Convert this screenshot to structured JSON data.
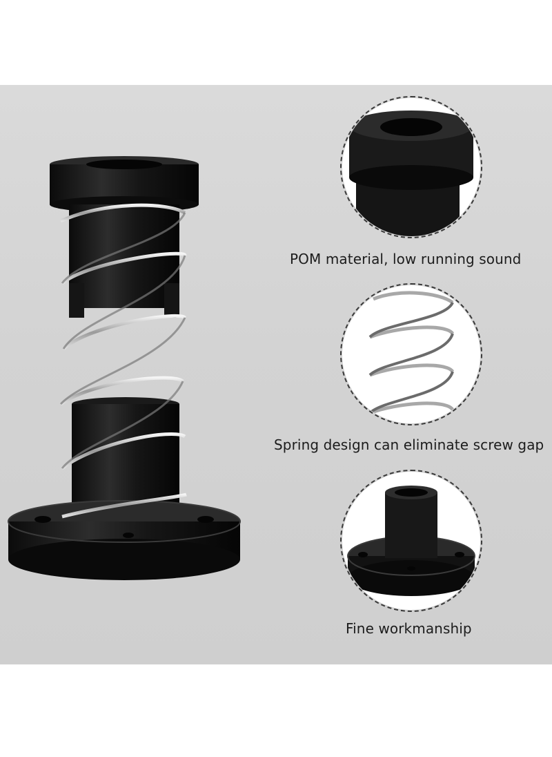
{
  "features": [
    {
      "caption": "POM material, low running sound",
      "icon": "nut-closeup-icon"
    },
    {
      "caption": "Spring design can eliminate screw gap",
      "icon": "spring-closeup-icon"
    },
    {
      "caption": "Fine workmanship",
      "icon": "flange-nut-icon"
    }
  ],
  "colors": {
    "background_panel": "#d3d3d3",
    "part_black": "#151515",
    "spring_metal": "#c8c8c8",
    "dashed_ring": "#3a3a3a"
  }
}
